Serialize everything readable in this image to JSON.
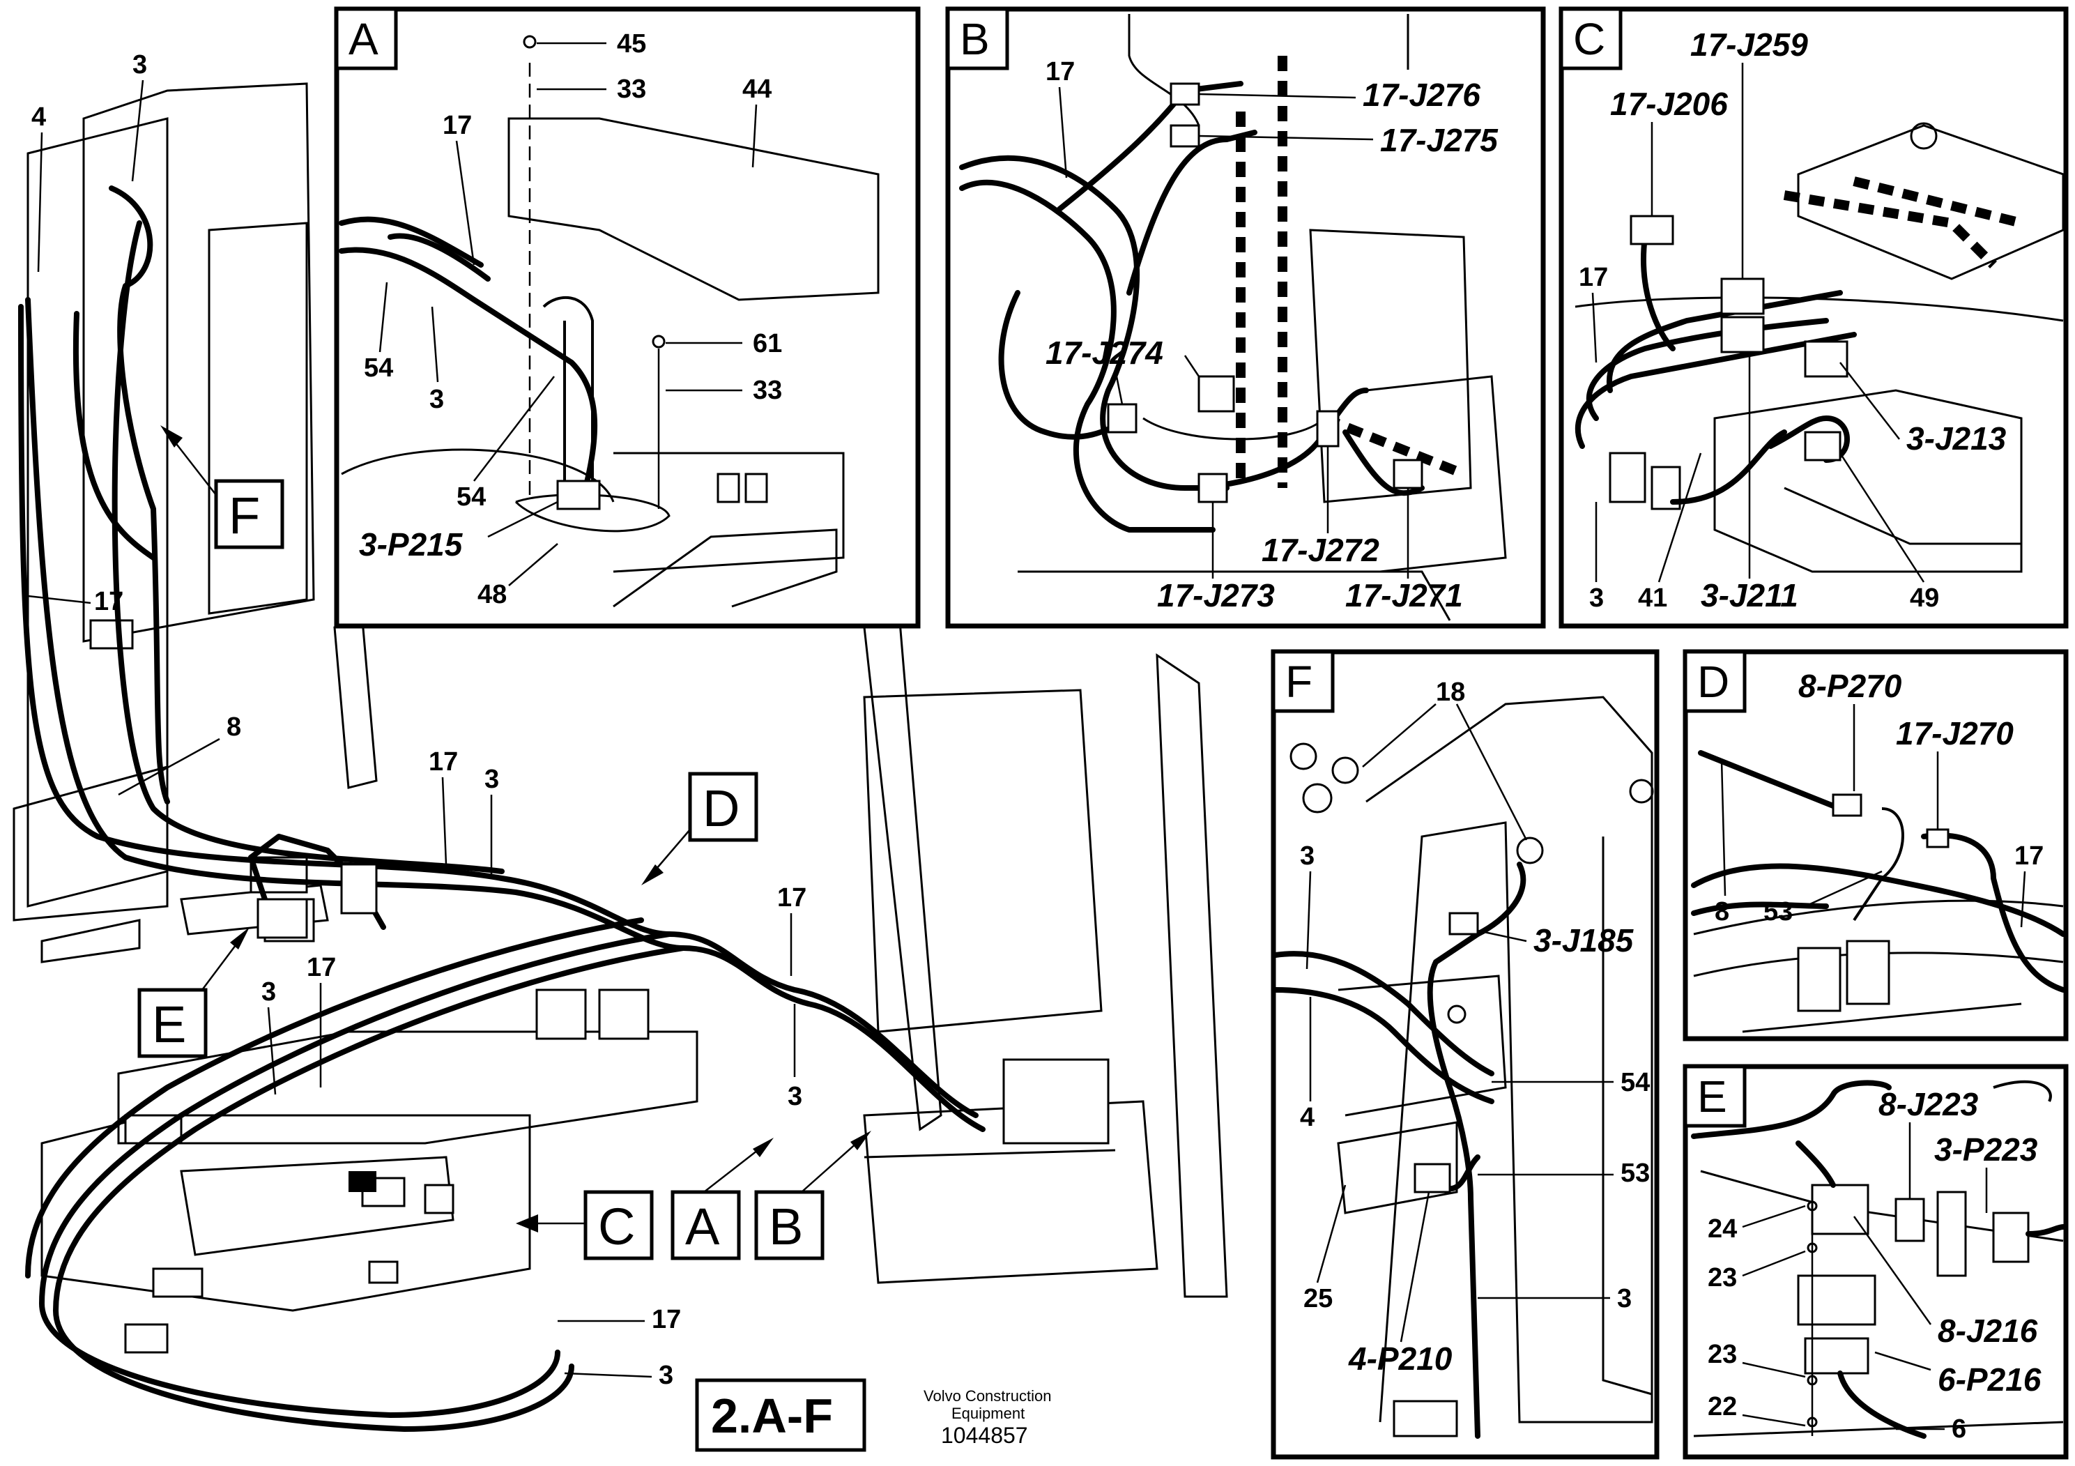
{
  "main_view": {
    "callouts": {
      "c3": "3",
      "c4": "4",
      "c17a": "17",
      "c8": "8",
      "c17b": "17",
      "c3b": "3",
      "c17c": "17",
      "c3c": "3",
      "c3d": "3",
      "c17d": "17",
      "c17e": "17",
      "c3e": "3"
    },
    "view_tags": {
      "a": "A",
      "b": "B",
      "c": "C",
      "d": "D",
      "e": "E",
      "f": "F"
    }
  },
  "detail_a": {
    "letter": "A",
    "callouts": {
      "n45": "45",
      "n33a": "33",
      "n44": "44",
      "n17": "17",
      "n61": "61",
      "n33b": "33",
      "n54a": "54",
      "n3": "3",
      "n54b": "54",
      "n48": "48"
    },
    "refs": {
      "p215": "3-P215"
    }
  },
  "detail_b": {
    "letter": "B",
    "callouts": {
      "n17": "17"
    },
    "refs": {
      "j276": "17-J276",
      "j275": "17-J275",
      "j274": "17-J274",
      "j272": "17-J272",
      "j273": "17-J273",
      "j271": "17-J271"
    }
  },
  "detail_c": {
    "letter": "C",
    "callouts": {
      "n17": "17",
      "n3": "3",
      "n41": "41",
      "n49": "49"
    },
    "refs": {
      "j259": "17-J259",
      "j206": "17-J206",
      "j213": "3-J213",
      "j211": "3-J211"
    }
  },
  "detail_d": {
    "letter": "D",
    "callouts": {
      "n8": "8",
      "n53": "53",
      "n17": "17"
    },
    "refs": {
      "p270": "8-P270",
      "j270": "17-J270"
    }
  },
  "detail_e": {
    "letter": "E",
    "callouts": {
      "n24": "24",
      "n23a": "23",
      "n23b": "23",
      "n22": "22",
      "n6": "6"
    },
    "refs": {
      "j223": "8-J223",
      "p223": "3-P223",
      "j216": "8-J216",
      "p216": "6-P216"
    }
  },
  "detail_f": {
    "letter": "F",
    "callouts": {
      "n18": "18",
      "n3a": "3",
      "n4": "4",
      "n54": "54",
      "n53": "53",
      "n25": "25",
      "n3b": "3"
    },
    "refs": {
      "j185": "3-J185",
      "p210": "4-P210"
    }
  },
  "footer": {
    "figure_label": "2.A-F",
    "manufacturer_line1": "Volvo Construction",
    "manufacturer_line2": "Equipment",
    "drawing_number": "1044857"
  }
}
